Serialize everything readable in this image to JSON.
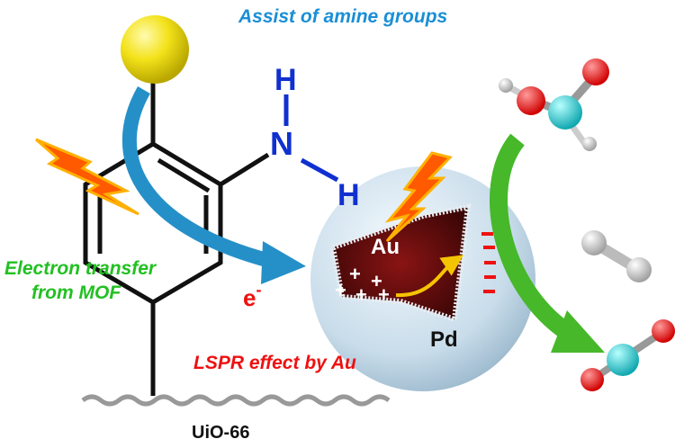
{
  "title": "Assist of amine groups",
  "amine": {
    "h_top": "H",
    "n": "N",
    "h_bottom": "H"
  },
  "labels": {
    "electron_transfer_line1": "Electron transfer",
    "electron_transfer_line2": "from MOF",
    "electron": "e",
    "electron_sup": "-",
    "lspr": "LSPR effect by Au",
    "au": "Au",
    "pd": "Pd",
    "support": "UiO-66",
    "plus": "+",
    "minus": "-"
  },
  "colors": {
    "title": "#1a8fd6",
    "amine": "#1030d0",
    "electron_transfer": "#22c022",
    "lspr": "#ee1111",
    "sphere": "#cfe2ee",
    "au_core": "#6b0d0d",
    "yellow_ball": "#f3e21a"
  }
}
